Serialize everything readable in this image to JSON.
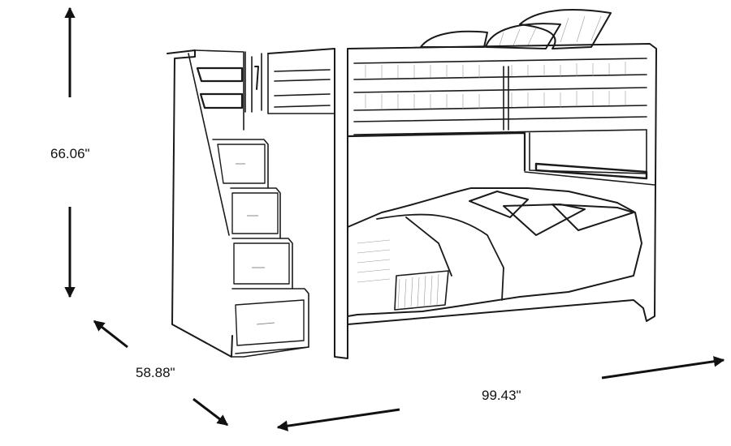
{
  "figure": {
    "subject": "Bunk bed with staircase storage drawers — line drawing",
    "dimensions": {
      "height": {
        "label": "66.06\""
      },
      "depth": {
        "label": "58.88\""
      },
      "width": {
        "label": "99.43\""
      }
    },
    "colors": {
      "line": "#1a1a1a",
      "background": "#ffffff"
    }
  }
}
